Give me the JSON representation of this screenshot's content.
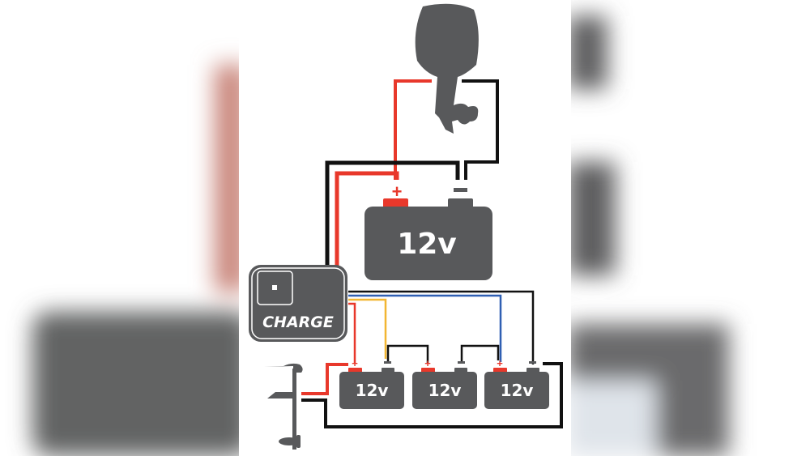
{
  "colors": {
    "device": "#58595b",
    "positive_wire": "#e8382b",
    "negative_wire": "#111111",
    "charger_wire_yellow": "#f2b632",
    "charger_wire_blue": "#2f5fb3",
    "background": "#ffffff"
  },
  "outboard_motor": {
    "icon": "outboard-motor-icon"
  },
  "starting_battery": {
    "label": "12v",
    "positive": "+",
    "negative": "-"
  },
  "charger": {
    "label": "CHARGE",
    "icon": "charger-icon"
  },
  "trolling_motor": {
    "icon": "trolling-motor-icon"
  },
  "trolling_batteries": [
    {
      "label": "12v",
      "positive": "+",
      "negative": "-"
    },
    {
      "label": "12v",
      "positive": "+",
      "negative": "-"
    },
    {
      "label": "12v",
      "positive": "+",
      "negative": "-"
    }
  ]
}
